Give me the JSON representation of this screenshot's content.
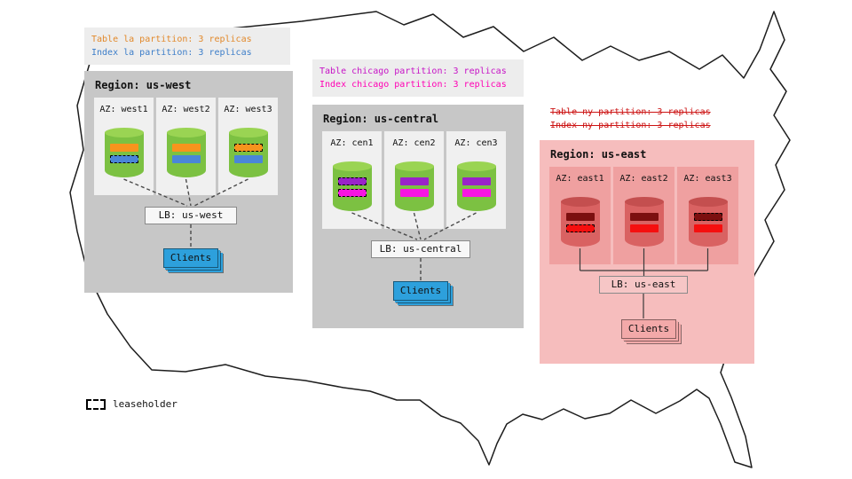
{
  "legend": {
    "swatch": "dashed-rectangle-leaseholder",
    "label": "leaseholder"
  },
  "regions": [
    {
      "title": "Region: us-west",
      "bg": "#c7c7c7",
      "az_bg": "#f0f0f0",
      "info_bg": "#ededed",
      "lb_bg": "#f7f7f7",
      "info_lines": [
        {
          "text": "Table la partition: 3 replicas",
          "color": "#e2892b",
          "strikethrough": false
        },
        {
          "text": "Index la partition: 3 replicas",
          "color": "#3d7ec9",
          "strikethrough": false
        }
      ],
      "table_color": "#f7941d",
      "index_color": "#4a86d8",
      "cylinder_body": "#7cc142",
      "cylinder_top": "#9ad453",
      "azs": [
        {
          "label": "AZ: west1",
          "table_leaseholder": false,
          "index_leaseholder": true
        },
        {
          "label": "AZ: west2",
          "table_leaseholder": false,
          "index_leaseholder": false
        },
        {
          "label": "AZ: west3",
          "table_leaseholder": true,
          "index_leaseholder": false
        }
      ],
      "lb_label": "LB: us-west",
      "clients_label": "Clients",
      "clients_color": "#2da0dc"
    },
    {
      "title": "Region: us-central",
      "bg": "#c7c7c7",
      "az_bg": "#f0f0f0",
      "info_bg": "#ededed",
      "lb_bg": "#f7f7f7",
      "info_lines": [
        {
          "text": "Table chicago partition: 3 replicas",
          "color": "#c613c6",
          "strikethrough": false
        },
        {
          "text": "Index chicago partition: 3 replicas",
          "color": "#ff00b4",
          "strikethrough": false
        }
      ],
      "table_color": "#9a23c9",
      "index_color": "#f715e2",
      "cylinder_body": "#7cc142",
      "cylinder_top": "#9ad453",
      "azs": [
        {
          "label": "AZ: cen1",
          "table_leaseholder": true,
          "index_leaseholder": true
        },
        {
          "label": "AZ: cen2",
          "table_leaseholder": false,
          "index_leaseholder": false
        },
        {
          "label": "AZ: cen3",
          "table_leaseholder": false,
          "index_leaseholder": false
        }
      ],
      "lb_label": "LB: us-central",
      "clients_label": "Clients",
      "clients_color": "#2da0dc"
    },
    {
      "title": "Region: us-east",
      "bg": "#f6bdbd",
      "az_bg": "#efa0a0",
      "info_bg": "transparent",
      "lb_bg": "#f6c6c6",
      "info_lines": [
        {
          "text": "Table ny partition: 3 replicas",
          "color": "#cc1414",
          "strikethrough": true
        },
        {
          "text": "Index ny partition: 3 replicas",
          "color": "#cc1414",
          "strikethrough": true
        }
      ],
      "table_color": "#7c0f0f",
      "index_color": "#f50f0f",
      "cylinder_body": "#d96262",
      "cylinder_top": "#c44f4f",
      "azs": [
        {
          "label": "AZ: east1",
          "table_leaseholder": false,
          "index_leaseholder": true
        },
        {
          "label": "AZ: east2",
          "table_leaseholder": false,
          "index_leaseholder": false
        },
        {
          "label": "AZ: east3",
          "table_leaseholder": true,
          "index_leaseholder": false
        }
      ],
      "lb_label": "LB: us-east",
      "clients_label": "Clients",
      "clients_color": "#f3a9a9"
    }
  ]
}
